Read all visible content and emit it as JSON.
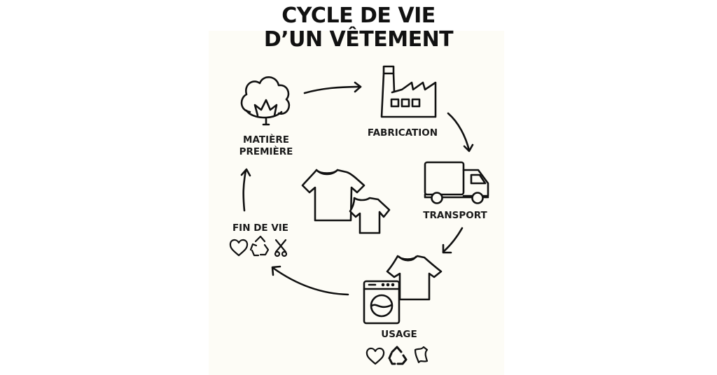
{
  "title": {
    "line1": "CYCLE DE VIE",
    "line2": "D’UN VÊTEMENT"
  },
  "colors": {
    "background": "#ffffff",
    "panel": "#fdfcf6",
    "ink": "#111111"
  },
  "stages": [
    {
      "id": "matiere-premiere",
      "label_line1": "MATIÈRE",
      "label_line2": "PREMIÈRE",
      "icon": "cotton-flower-icon"
    },
    {
      "id": "fabrication",
      "label": "FABRICATION",
      "icon": "factory-icon"
    },
    {
      "id": "transport",
      "label": "TRANSPORT",
      "icon": "delivery-truck-icon"
    },
    {
      "id": "usage",
      "label": "USAGE",
      "icon": "washing-machine-tshirt-icon",
      "sub_icons": [
        "heart-icon",
        "recycle-icon",
        "worn-cloth-icon"
      ]
    },
    {
      "id": "fin-de-vie",
      "label": "FIN DE VIE",
      "icon": null,
      "sub_icons": [
        "heart-icon",
        "recycle-icon",
        "scissors-icon"
      ]
    }
  ],
  "center": {
    "icon": "two-tshirts-icon"
  },
  "flow": [
    "MATIÈRE PREMIÈRE",
    "FABRICATION",
    "TRANSPORT",
    "USAGE",
    "FIN DE VIE",
    "MATIÈRE PREMIÈRE"
  ]
}
